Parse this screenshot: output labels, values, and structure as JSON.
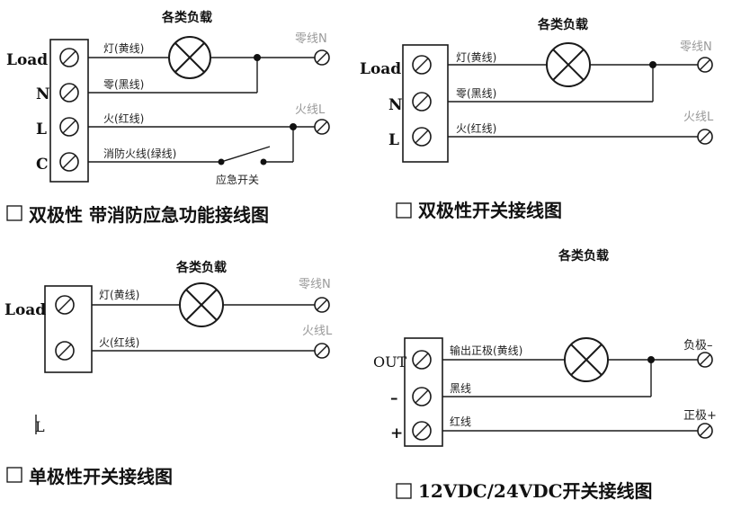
{
  "d1": {
    "title": "各类负载",
    "pins": [
      "Load",
      "N",
      "L",
      "C"
    ],
    "wire_labels": [
      "灯(黄线)",
      "零(黑线)",
      "火(红线)",
      "消防火线(绿线)"
    ],
    "ext_n": "零线N",
    "ext_l": "火线L",
    "switch_label": "应急开关",
    "caption": "双极性  带消防应急功能接线图"
  },
  "d2": {
    "title": "各类负载",
    "pins": [
      "Load",
      "N",
      "L"
    ],
    "wire_labels": [
      "灯(黄线)",
      "零(黑线)",
      "火(红线)"
    ],
    "ext_n": "零线N",
    "ext_l": "火线L",
    "caption": "双极性开关接线图"
  },
  "d3": {
    "title": "各类负载",
    "pins": [
      "Load"
    ],
    "wire_labels": [
      "灯(黄线)",
      "火(红线)"
    ],
    "ext_n": "零线N",
    "ext_l": "火线L",
    "stray": "L",
    "caption": "单极性开关接线图"
  },
  "d4": {
    "title": "各类负载",
    "pins": [
      "OUT",
      "–",
      "+"
    ],
    "wire_labels": [
      "输出正极(黄线)",
      "黑线",
      "红线"
    ],
    "ext_neg": "负极–",
    "ext_pos": "正极+",
    "caption": "12VDC/24VDC开关接线图"
  }
}
